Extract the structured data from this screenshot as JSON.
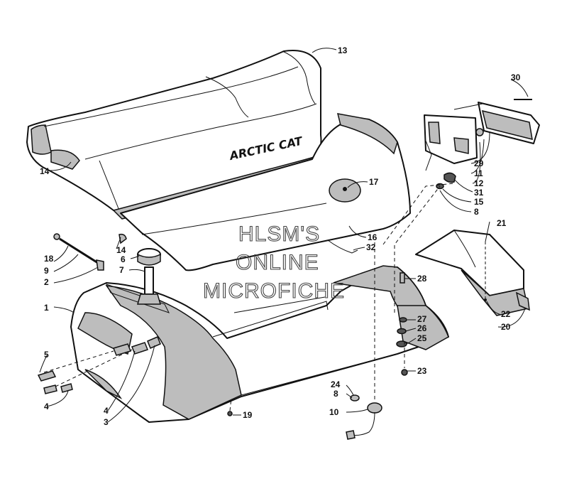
{
  "diagram": {
    "brand_text": "ARCTIC CAT",
    "watermark": [
      "HLSM'S",
      "ONLINE",
      "MICROFICHE"
    ],
    "callouts": [
      {
        "id": "c13",
        "text": "13"
      },
      {
        "id": "c30",
        "text": "30"
      },
      {
        "id": "c14a",
        "text": "14"
      },
      {
        "id": "c17",
        "text": "17"
      },
      {
        "id": "c29",
        "text": "29"
      },
      {
        "id": "c11",
        "text": "11"
      },
      {
        "id": "c12",
        "text": "12"
      },
      {
        "id": "c31",
        "text": "31"
      },
      {
        "id": "c15",
        "text": "15"
      },
      {
        "id": "c8a",
        "text": "8"
      },
      {
        "id": "c21",
        "text": "21"
      },
      {
        "id": "c16",
        "text": "16"
      },
      {
        "id": "c32",
        "text": "32"
      },
      {
        "id": "c14b",
        "text": "14"
      },
      {
        "id": "c18",
        "text": "18"
      },
      {
        "id": "c6",
        "text": "6"
      },
      {
        "id": "c9",
        "text": "9"
      },
      {
        "id": "c7",
        "text": "7"
      },
      {
        "id": "c2",
        "text": "2"
      },
      {
        "id": "c28",
        "text": "28"
      },
      {
        "id": "c1",
        "text": "1"
      },
      {
        "id": "c22",
        "text": "22"
      },
      {
        "id": "c27",
        "text": "27"
      },
      {
        "id": "c26",
        "text": "26"
      },
      {
        "id": "c20",
        "text": "20"
      },
      {
        "id": "c25",
        "text": "25"
      },
      {
        "id": "c5",
        "text": "5"
      },
      {
        "id": "c23",
        "text": "23"
      },
      {
        "id": "c24",
        "text": "24"
      },
      {
        "id": "c8b",
        "text": "8"
      },
      {
        "id": "c4a",
        "text": "4"
      },
      {
        "id": "c4b",
        "text": "4"
      },
      {
        "id": "c10",
        "text": "10"
      },
      {
        "id": "c19",
        "text": "19"
      },
      {
        "id": "c3",
        "text": "3"
      }
    ]
  }
}
